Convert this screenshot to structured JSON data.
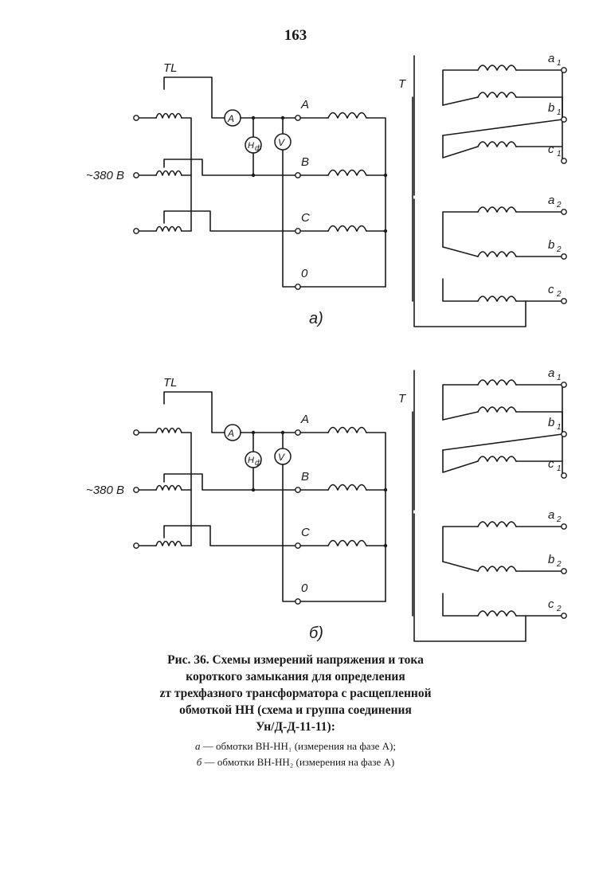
{
  "page_number": "163",
  "diagrams": [
    {
      "id": "a",
      "regulator_label": "TL",
      "supply_label": "~380 B",
      "ammeter": "A",
      "wattmeter": "H",
      "voltmeter": "V",
      "primary_terminals": [
        "A",
        "B",
        "C",
        "0"
      ],
      "transformer_label": "T",
      "secondary_group_1": [
        [
          "a",
          "1"
        ],
        [
          "b",
          "1"
        ],
        [
          "c",
          "1"
        ]
      ],
      "secondary_group_2": [
        [
          "a",
          "2"
        ],
        [
          "b",
          "2"
        ],
        [
          "c",
          "2"
        ]
      ],
      "subfigure_label": "а)"
    },
    {
      "id": "b",
      "regulator_label": "TL",
      "supply_label": "~380 B",
      "ammeter": "A",
      "wattmeter": "H",
      "voltmeter": "V",
      "primary_terminals": [
        "A",
        "B",
        "C",
        "0"
      ],
      "transformer_label": "T",
      "secondary_group_1": [
        [
          "a",
          "1"
        ],
        [
          "b",
          "1"
        ],
        [
          "c",
          "1"
        ]
      ],
      "secondary_group_2": [
        [
          "a",
          "2"
        ],
        [
          "b",
          "2"
        ],
        [
          "c",
          "2"
        ]
      ],
      "subfigure_label": "б)"
    }
  ],
  "caption": {
    "title_lines": [
      "Рис. 36. Схемы измерений напряжения и тока",
      "короткого замыкания для определения",
      "zт трехфазного трансформатора с расщепленной",
      "обмоткой НН (схема и группа соединения",
      "Ун/Д-Д-11-11):"
    ],
    "legend": [
      {
        "key": "а",
        "text": " — обмотки ВН-НН₁ (измерения на фазе А);"
      },
      {
        "key": "б",
        "text": " — обмотки ВН-НН₂ (измерения на фазе А)"
      }
    ]
  }
}
